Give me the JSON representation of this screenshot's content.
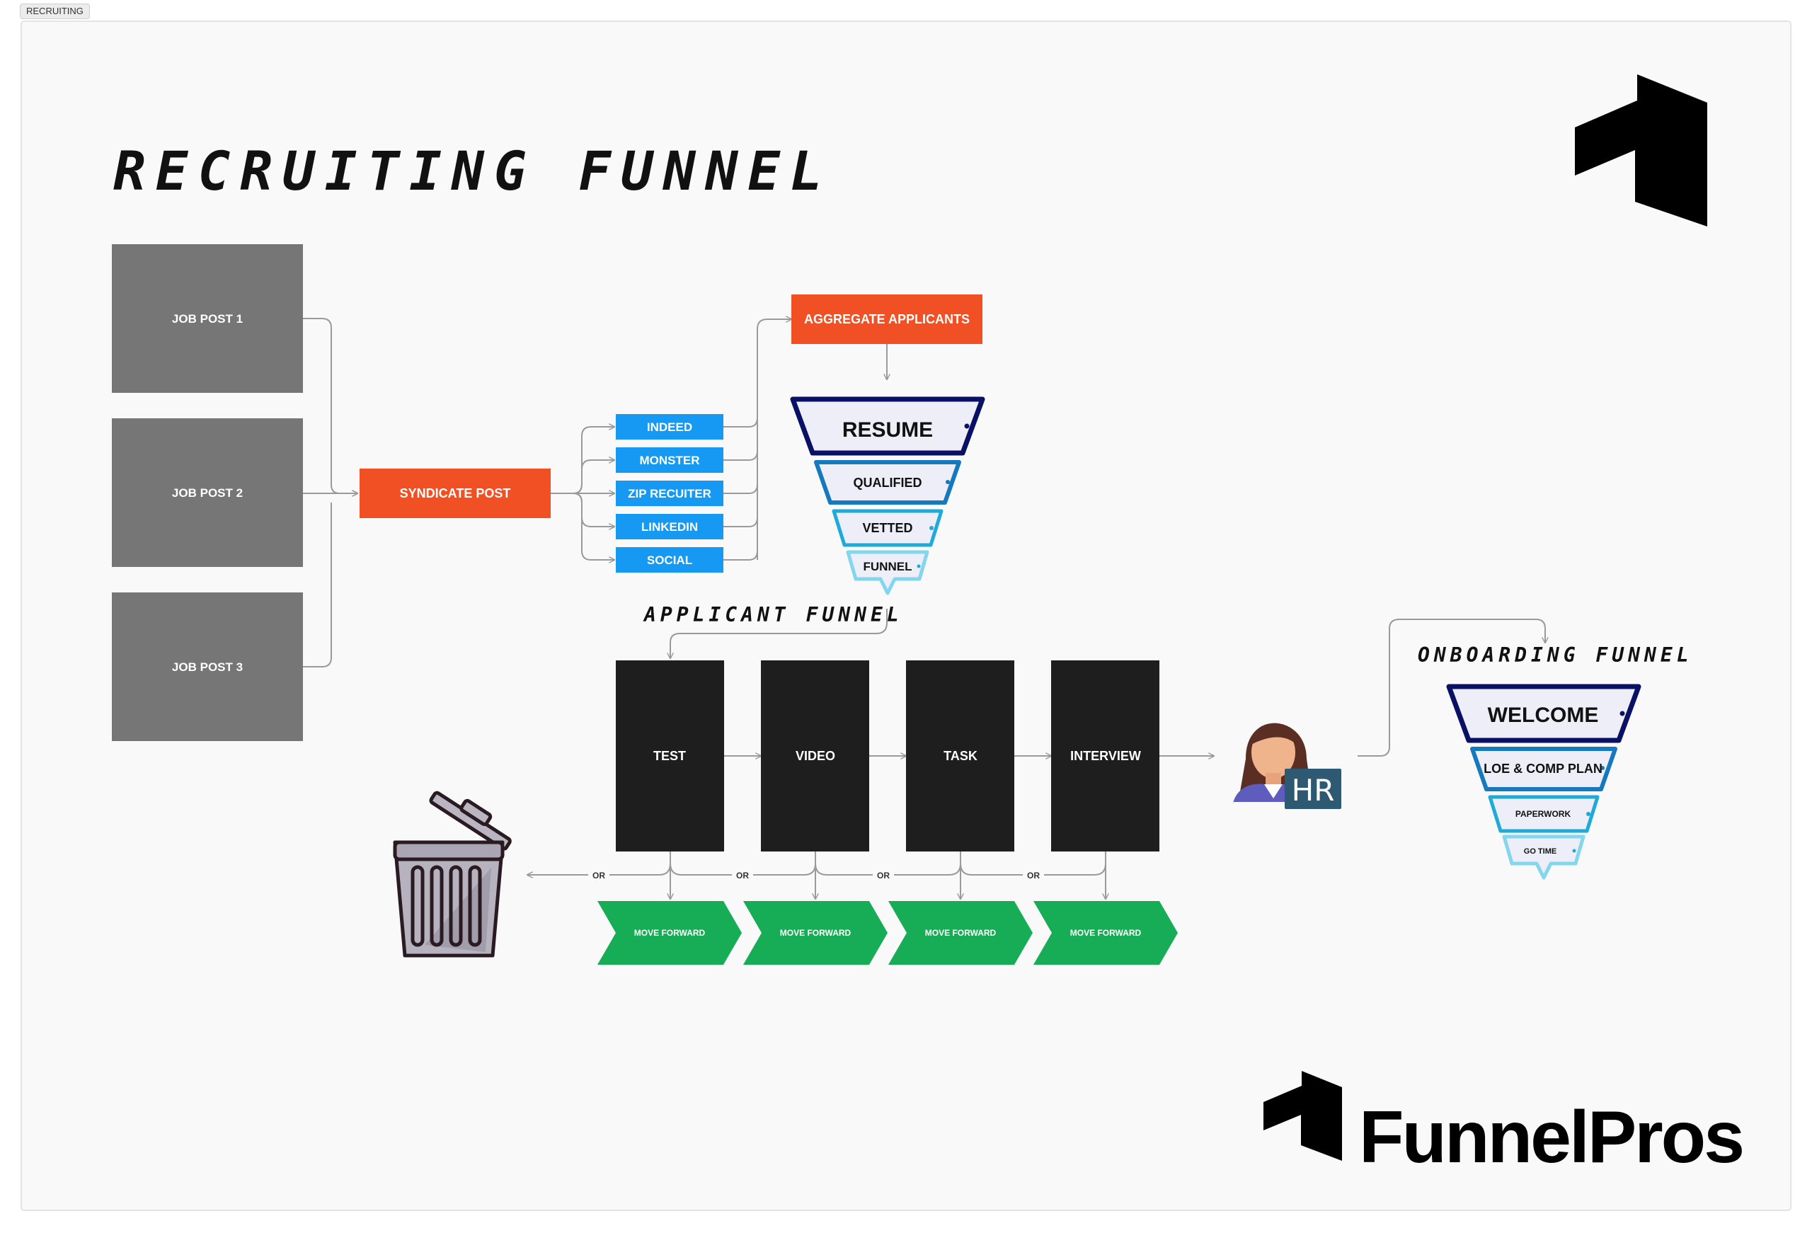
{
  "frame_label": "RECRUITING",
  "title": "RECRUITING FUNNEL",
  "job_posts": [
    "JOB POST 1",
    "JOB POST 2",
    "JOB POST 3"
  ],
  "syndicate": "SYNDICATE POST",
  "boards": [
    "INDEED",
    "MONSTER",
    "ZIP RECUITER",
    "LINKEDIN",
    "SOCIAL"
  ],
  "aggregate": "AGGREGATE APPLICANTS",
  "resume_funnel": [
    "RESUME",
    "QUALIFIED",
    "VETTED",
    "FUNNEL"
  ],
  "applicant_funnel_label": "APPLICANT FUNNEL",
  "stages": [
    "TEST",
    "VIDEO",
    "TASK",
    "INTERVIEW"
  ],
  "or_label": "OR",
  "move_forward": "MOVE FORWARD",
  "hr_badge": "HR",
  "onboarding_label": "ONBOARDING FUNNEL",
  "onboarding_funnel": [
    "WELCOME",
    "LOE & COMP PLAN",
    "PAPERWORK",
    "GO TIME"
  ],
  "brand": "FunnelPros",
  "colors": {
    "background": "#f9f9f9",
    "job_post": "#767676",
    "orange": "#f05023",
    "board_blue": "#1599f2",
    "stage_dark": "#1e1e1e",
    "green": "#16ad56",
    "navy": "#0a1064",
    "mid_blue": "#1679bd",
    "cyan": "#1faad7",
    "light_cyan": "#84d6ee",
    "hr_teal": "#2d5a72"
  }
}
